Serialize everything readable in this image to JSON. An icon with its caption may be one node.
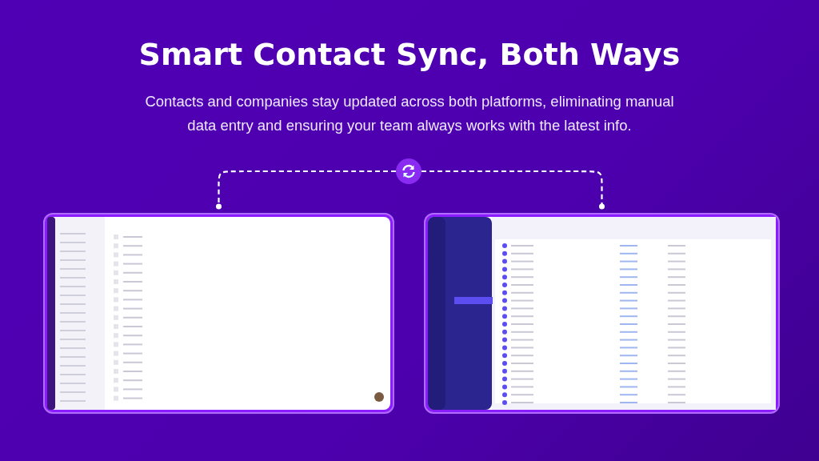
{
  "diagram": {
    "title": "Smart Contact Sync, Both Ways",
    "caption": "Contacts and companies stay updated across both platforms, eliminating manual data entry and ensuring your team always works with the latest info.",
    "nodes": [
      {
        "text": [],
        "shape": "circle"
      },
      {
        "text": [],
        "shape": "picture"
      },
      {
        "text": [],
        "shape": "picture"
      }
    ],
    "edges": [
      {
        "from": 0,
        "to": 1,
        "arrow": "other",
        "style": "dashed",
        "color": "#ffffff"
      },
      {
        "from": 0,
        "to": 2,
        "arrow": "other",
        "style": "dashed",
        "color": "#ffffff"
      }
    ]
  }
}
